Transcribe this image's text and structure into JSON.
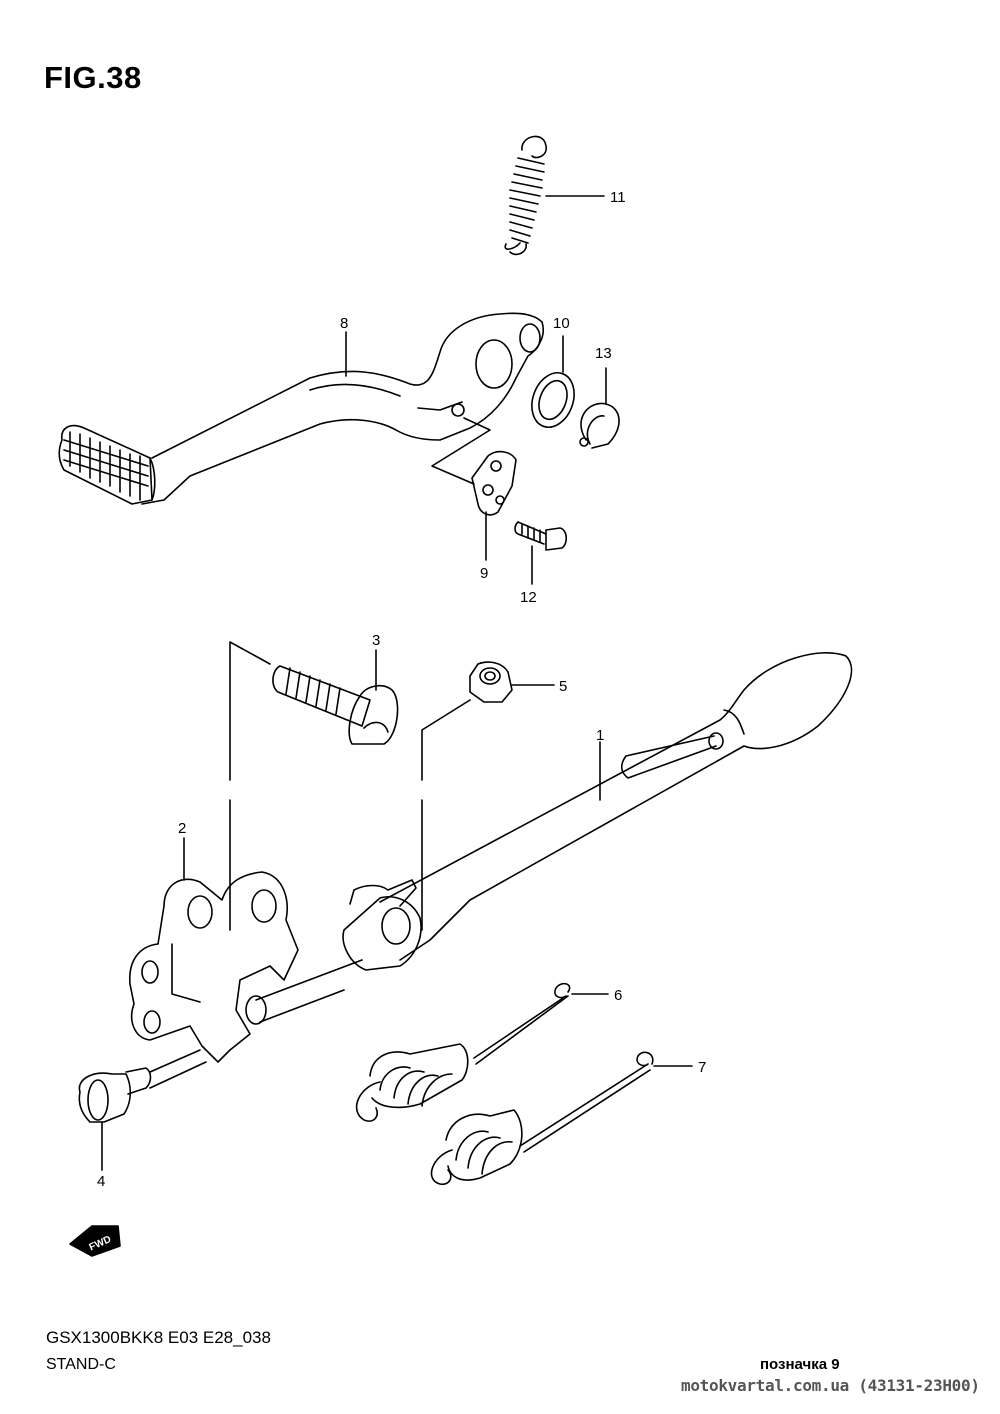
{
  "figure": {
    "title": "FIG.38",
    "model_code": "GSX1300BKK8 E03 E28_038",
    "section_name": "STAND-C"
  },
  "callouts": [
    "1",
    "2",
    "3",
    "4",
    "5",
    "6",
    "7",
    "8",
    "9",
    "10",
    "11",
    "12",
    "13"
  ],
  "direction_marker": {
    "label": "FWD",
    "icon": "forward-arrow-icon"
  },
  "footer": {
    "mark_label": "позначка 9",
    "watermark": "motokvartal.com.ua (43131-23H00)"
  }
}
